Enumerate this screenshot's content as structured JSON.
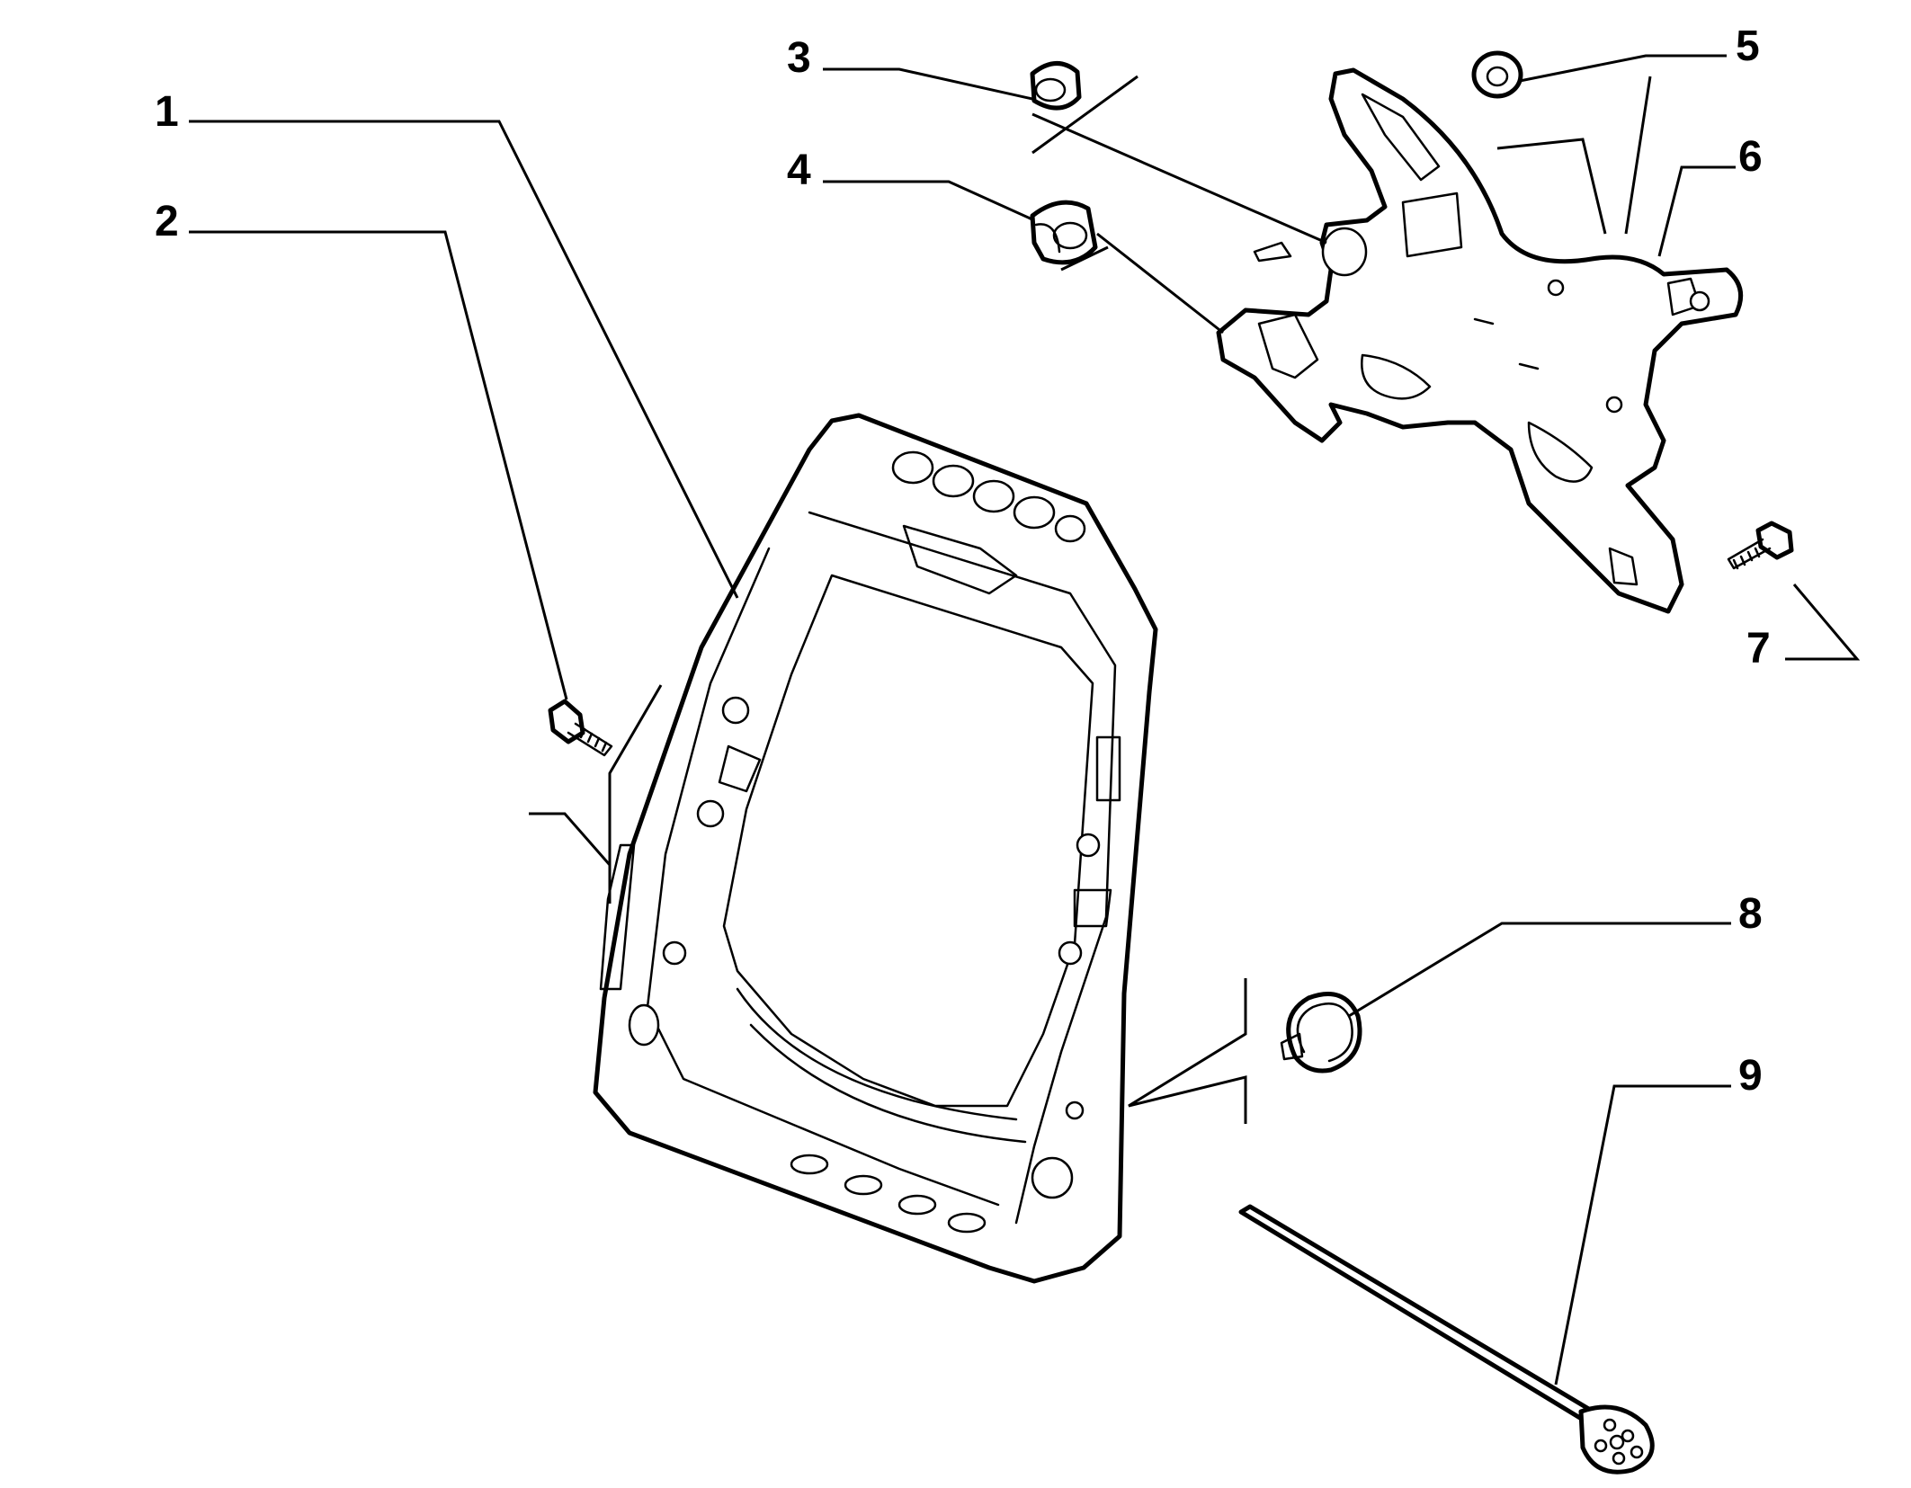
{
  "diagram": {
    "callouts": [
      {
        "num": "1",
        "part": "seat-back-frame"
      },
      {
        "num": "2",
        "part": "frame-screw"
      },
      {
        "num": "3",
        "part": "bushing-small"
      },
      {
        "num": "4",
        "part": "bushing-large"
      },
      {
        "num": "5",
        "part": "washer"
      },
      {
        "num": "6",
        "part": "recliner-bracket"
      },
      {
        "num": "7",
        "part": "bracket-screw"
      },
      {
        "num": "8",
        "part": "snap-ring"
      },
      {
        "num": "9",
        "part": "pivot-rod"
      }
    ]
  }
}
